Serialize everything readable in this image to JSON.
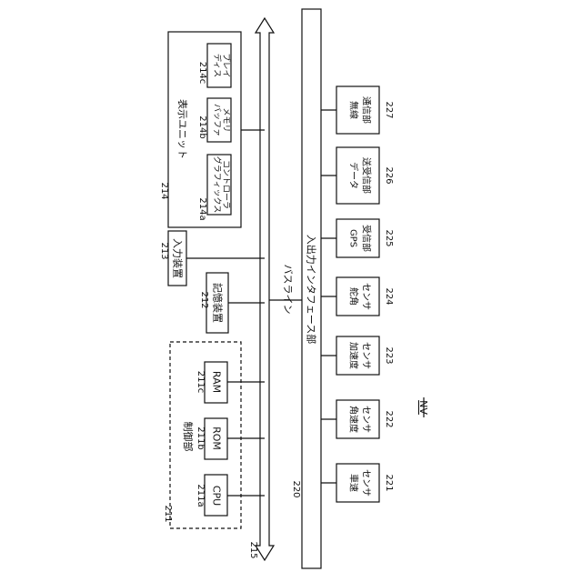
{
  "figure": {
    "label": "NV",
    "bus": {
      "ref": "215",
      "label": "バスライン"
    },
    "io_interface": {
      "ref": "220",
      "label": "入出力インタフェース部"
    },
    "control_unit": {
      "ref": "211",
      "label": "制御部",
      "cpu": {
        "ref": "211a",
        "label": "CPU"
      },
      "rom": {
        "ref": "211b",
        "label": "ROM"
      },
      "ram": {
        "ref": "211c",
        "label": "RAM"
      }
    },
    "storage": {
      "ref": "212",
      "label": "記憶装置"
    },
    "input_device": {
      "ref": "213",
      "label": "入力装置"
    },
    "display_unit": {
      "ref": "214",
      "label": "表示ユニット",
      "graphics": {
        "ref": "214a",
        "line1": "グラフィックス",
        "line2": "コントローラ"
      },
      "buffer": {
        "ref": "214b",
        "line1": "バッファ",
        "line2": "メモリ"
      },
      "display": {
        "ref": "214c",
        "line1": "ディス",
        "line2": "プレイ"
      }
    },
    "peripherals": [
      {
        "ref": "221",
        "line1": "車速",
        "line2": "センサ"
      },
      {
        "ref": "222",
        "line1": "角速度",
        "line2": "センサ"
      },
      {
        "ref": "223",
        "line1": "加速度",
        "line2": "センサ"
      },
      {
        "ref": "224",
        "line1": "舵角",
        "line2": "センサ"
      },
      {
        "ref": "225",
        "line1": "GPS",
        "line2": "受信部"
      },
      {
        "ref": "226",
        "line1": "データ",
        "line2": "送受信部"
      },
      {
        "ref": "227",
        "line1": "無線",
        "line2": "通信部"
      }
    ]
  }
}
